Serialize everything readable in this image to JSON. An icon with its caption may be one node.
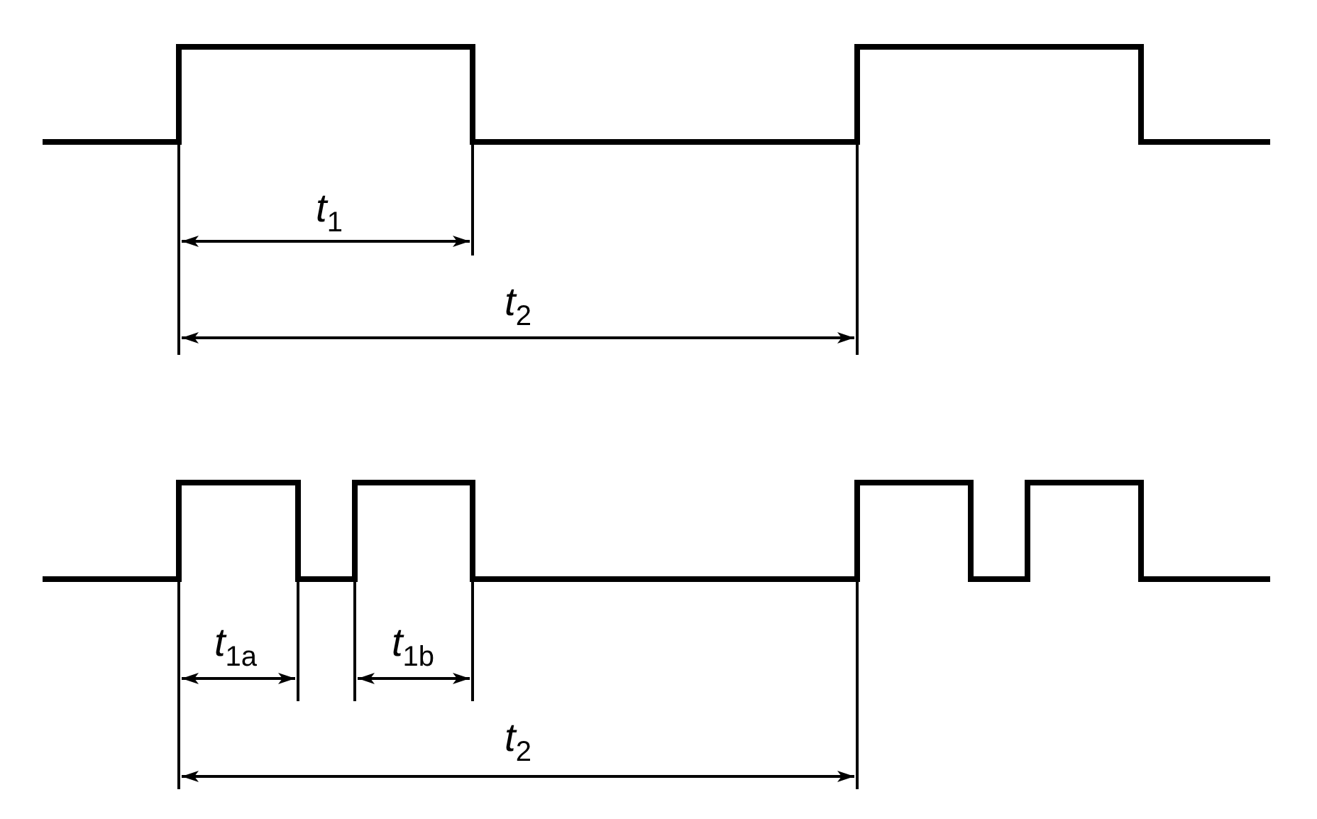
{
  "diagram": {
    "labels": [
      "*t*$_{1}$",
      "*t*$_{2}$",
      "*t*$_{1a}$",
      "*t*$_{1b}$",
      "*t*$_{2}$"
    ]
  }
}
